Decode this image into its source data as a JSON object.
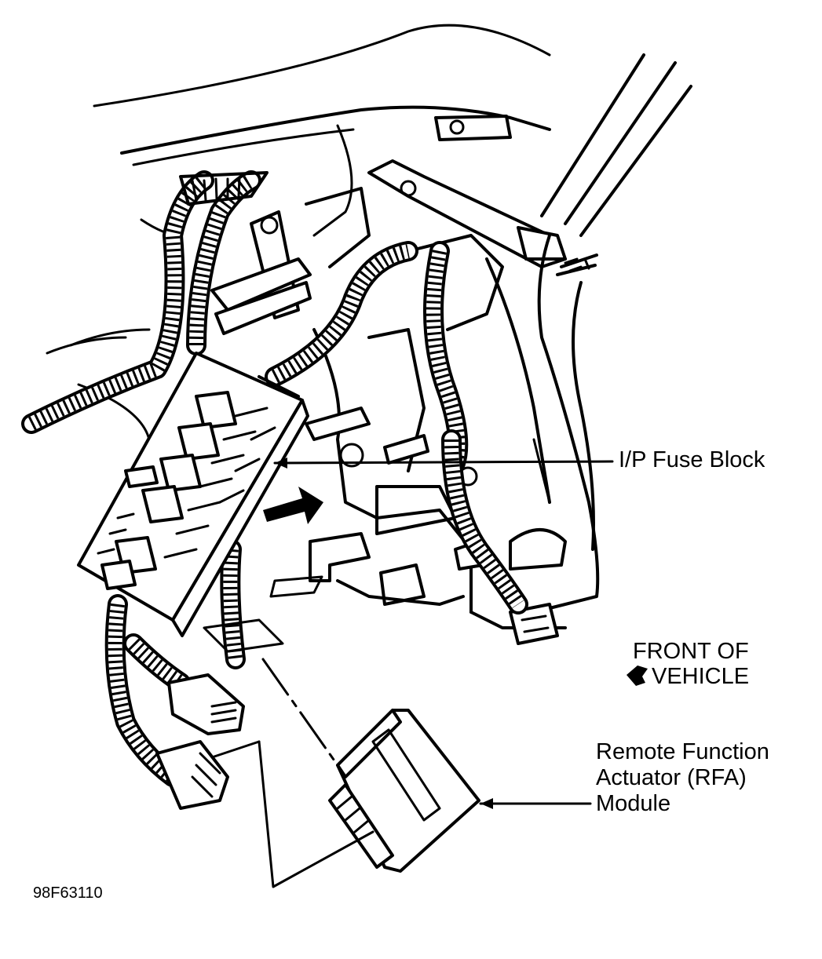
{
  "labels": {
    "fuse_block": "I/P Fuse Block",
    "front_line1": "FRONT OF",
    "front_line2": "VEHICLE",
    "rfa_line1": "Remote Function",
    "rfa_line2": "Actuator (RFA)",
    "rfa_line3": "Module",
    "figure_id": "98F63110"
  },
  "icons": {
    "front_arrow": "arrow-left-down-icon"
  },
  "colors": {
    "line": "#000000",
    "background": "#ffffff"
  }
}
